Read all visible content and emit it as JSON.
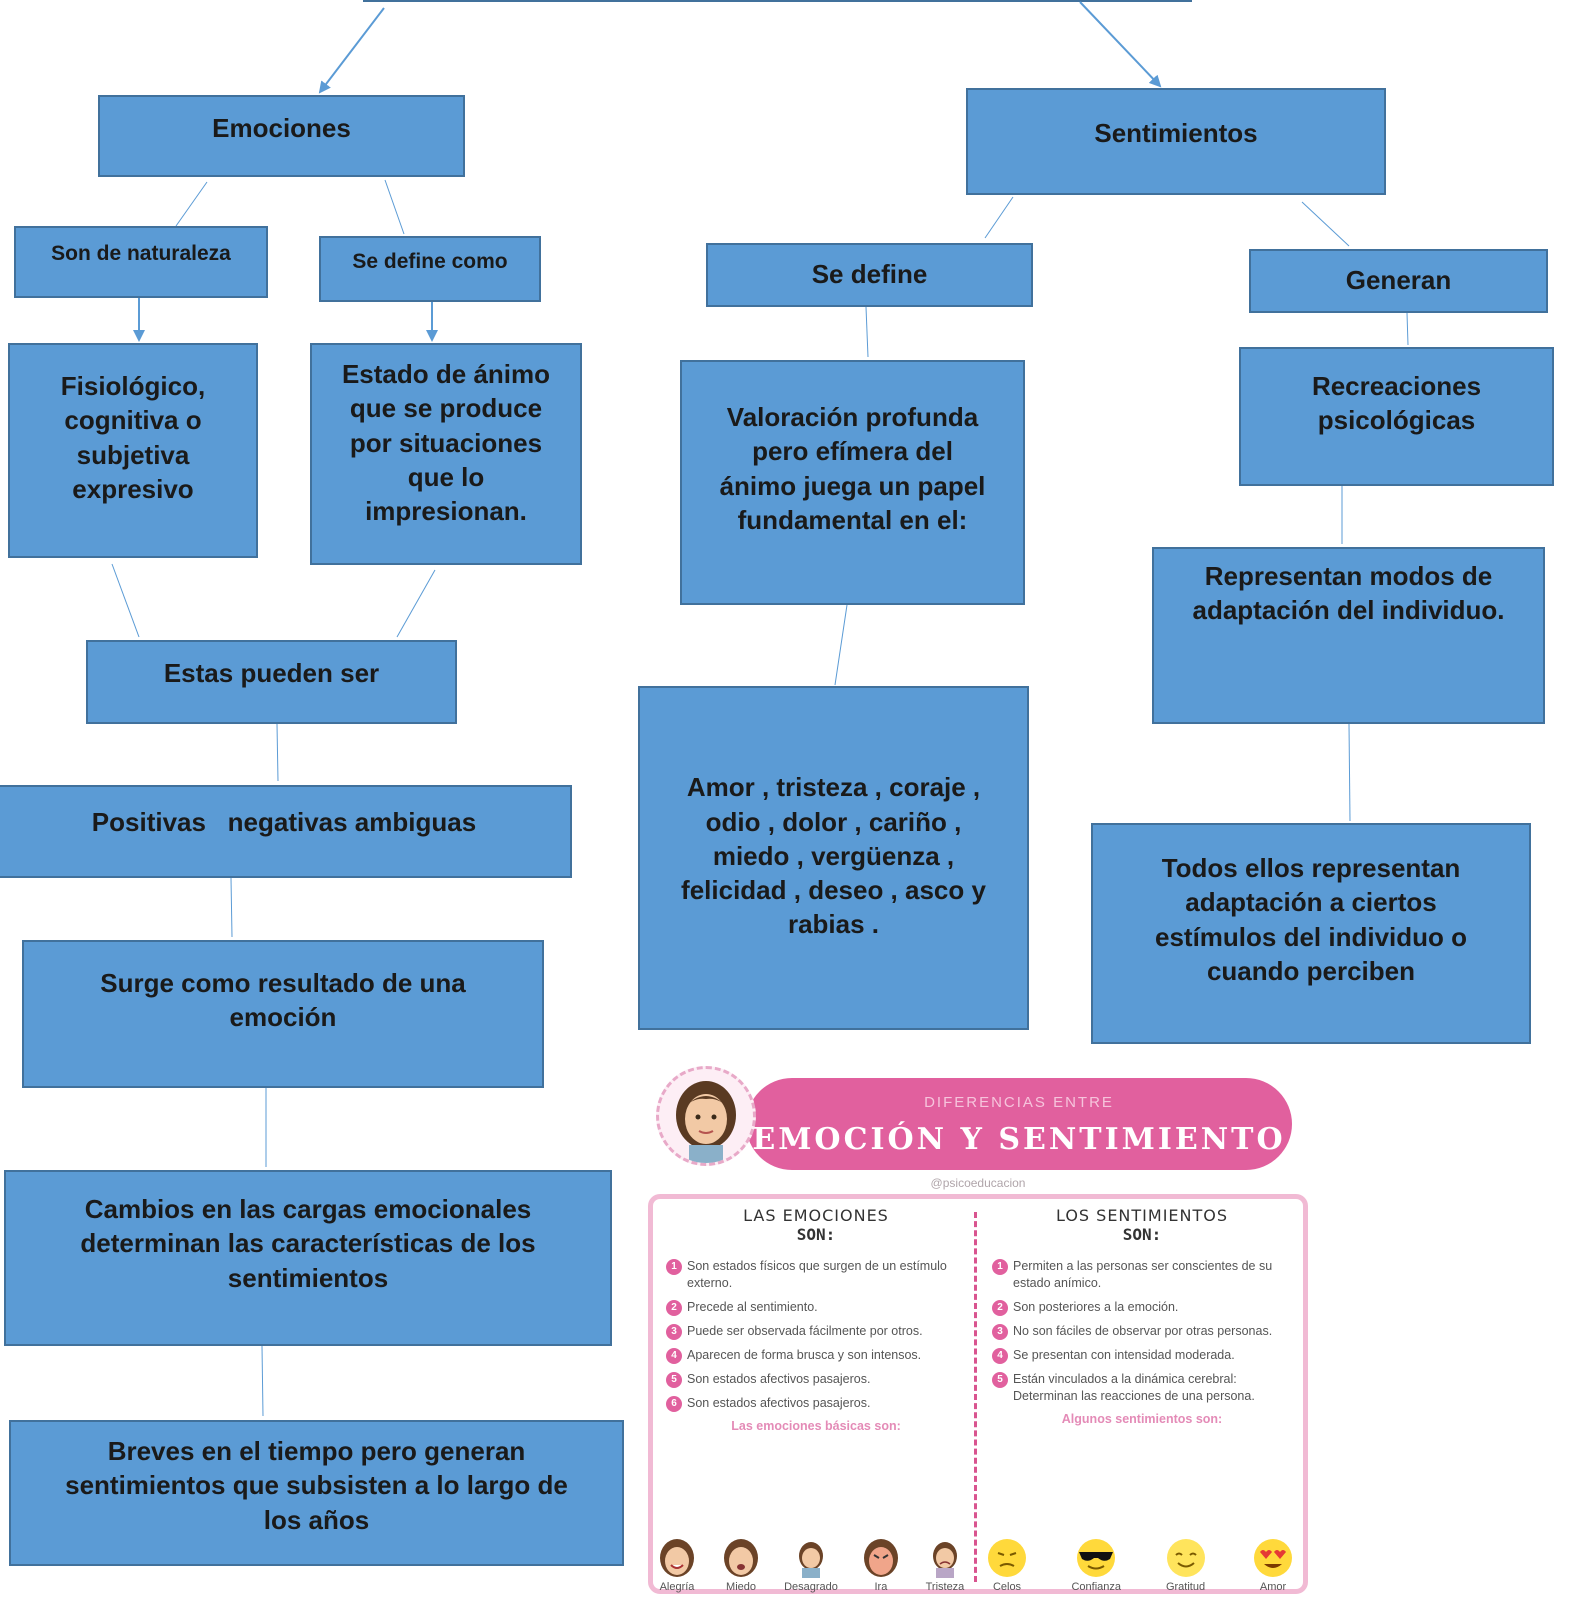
{
  "nodes": {
    "emociones": "Emociones",
    "sentimientos": "Sentimientos",
    "naturaleza": "Son de naturaleza",
    "se_define_como": "Se define como",
    "fisiologico": [
      "Fisiológico,",
      "cognitiva o",
      "subjetiva",
      "expresivo"
    ],
    "estado_animo": [
      "Estado de ánimo",
      "que se produce",
      "por situaciones",
      "que lo",
      "impresionan."
    ],
    "estas_pueden": "Estas pueden ser",
    "positivas": "Positivas   negativas ambiguas",
    "surge": [
      "Surge como resultado de una",
      "emoción"
    ],
    "cambios": [
      "Cambios en las cargas emocionales",
      "determinan las características de los",
      "sentimientos"
    ],
    "breves": [
      "Breves en el tiempo pero generan",
      "sentimientos que subsisten a lo largo de",
      "los años"
    ],
    "se_define": "Se define",
    "generan": "Generan",
    "valoracion": [
      "Valoración profunda",
      "pero efímera del",
      "ánimo juega un papel",
      "fundamental en el:"
    ],
    "amor": [
      "Amor , tristeza , coraje ,",
      "odio , dolor , cariño ,",
      "miedo , vergüenza ,",
      "felicidad , deseo , asco y",
      "rabias ."
    ],
    "recreaciones": [
      "Recreaciones",
      "psicológicas"
    ],
    "representan": [
      "Representan modos de",
      "adaptación del individuo."
    ],
    "todos": [
      "Todos ellos representan",
      "adaptación a ciertos",
      "estímulos del individuo o",
      "cuando perciben"
    ]
  },
  "infographic": {
    "subtitle": "DIFERENCIAS ENTRE",
    "title": "EMOCIÓN Y SENTIMIENTO",
    "handle": "@psicoeducacion",
    "left": {
      "heading": "LAS EMOCIONES",
      "subheading": "SON:",
      "items": [
        "Son estados físicos que surgen de un estímulo externo.",
        "Precede al sentimiento.",
        "Puede ser observada fácilmente por otros.",
        "Aparecen de forma brusca y son intensos.",
        "Son estados afectivos pasajeros.",
        "Son estados afectivos pasajeros."
      ],
      "list_heading": "Las emociones básicas son:",
      "faces": [
        "Alegría",
        "Miedo",
        "Desagrado",
        "Ira",
        "Tristeza"
      ]
    },
    "right": {
      "heading": "LOS SENTIMIENTOS",
      "subheading": "SON:",
      "items": [
        "Permiten a las personas ser conscientes de su estado anímico.",
        "Son posteriores a la emoción.",
        "No son fáciles de observar por otras personas.",
        "Se presentan con intensidad moderada.",
        "Están vinculados a la dinámica cerebral: Determinan las reacciones de una persona."
      ],
      "list_heading": "Algunos sentimientos son:",
      "faces": [
        "Celos",
        "Confianza",
        "Gratitud",
        "Amor"
      ]
    }
  },
  "colors": {
    "box_fill": "#5b9bd5",
    "box_border": "#41719c",
    "connector": "#5b9bd5",
    "accent_pink": "#e1609e"
  }
}
